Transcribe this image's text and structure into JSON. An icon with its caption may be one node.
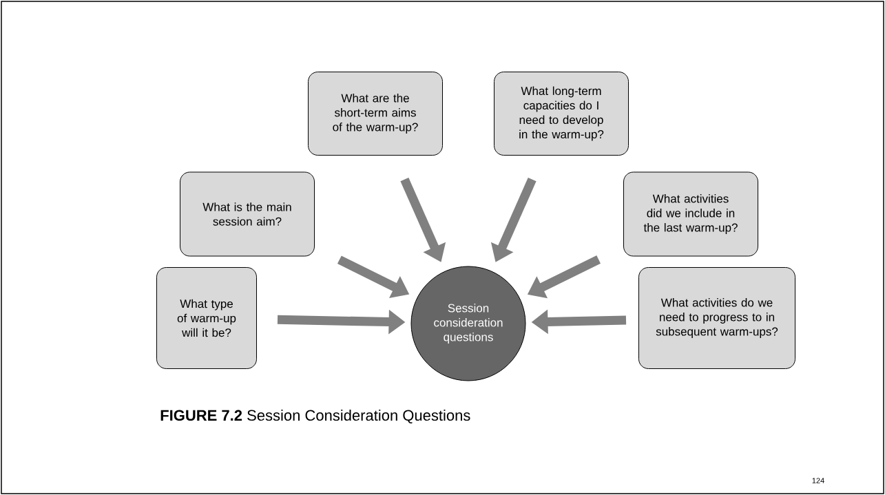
{
  "diagram": {
    "caption": "**FIGURE 7.2** Session Consideration Questions",
    "nodes": [
      {
        "text": [
          "What type of warm-up will it be?"
        ]
      },
      {
        "text": [
          "What is the main session aim?"
        ]
      },
      {
        "text": [
          "What are the short-term aims of the warm-up?"
        ]
      },
      {
        "text": [
          "What long-term capacities do I need to develop in the warm-up?"
        ]
      },
      {
        "text": [
          "What activities did we include in the last warm-up?"
        ]
      },
      {
        "text": [
          "What activities do we need to progress to in subsequent warm-ups?"
        ]
      },
      {
        "text": [
          "Session consideration questions"
        ]
      }
    ],
    "edges": [
      {
        "from": 0,
        "to": 6,
        "arrow": "to"
      },
      {
        "from": 1,
        "to": 6,
        "arrow": "to"
      },
      {
        "from": 2,
        "to": 6,
        "arrow": "to"
      },
      {
        "from": 3,
        "to": 6,
        "arrow": "to"
      },
      {
        "from": 4,
        "to": 6,
        "arrow": "to"
      },
      {
        "from": 5,
        "to": 6,
        "arrow": "to"
      }
    ],
    "labels": [
      "124"
    ]
  }
}
